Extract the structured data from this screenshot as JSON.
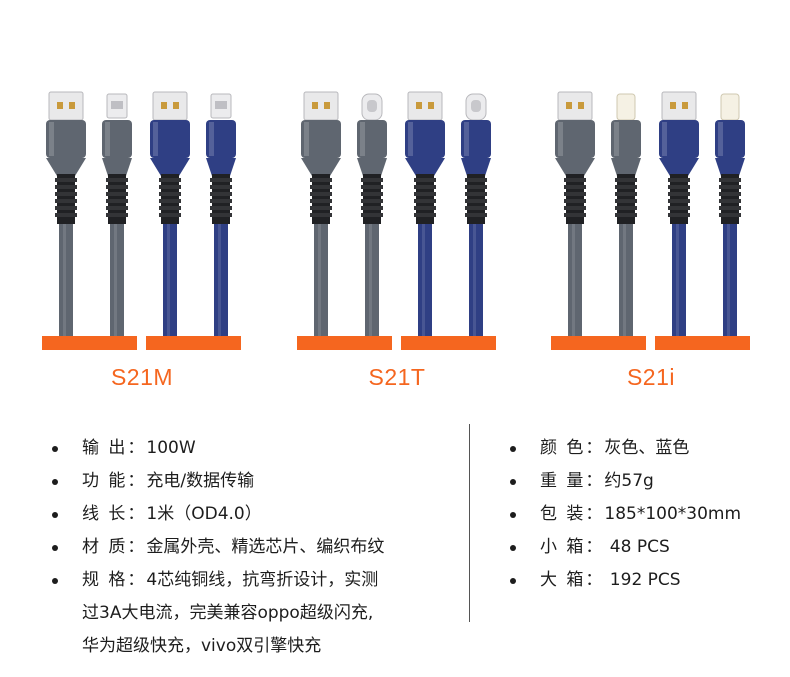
{
  "products": [
    {
      "model": "S21M",
      "connector": "micro"
    },
    {
      "model": "S21T",
      "connector": "type-c"
    },
    {
      "model": "S21i",
      "connector": "lightning"
    }
  ],
  "colors": {
    "accent": "#f5661f",
    "grey": "#5f6670",
    "blue": "#2f3f84"
  },
  "specs_left": [
    {
      "label": "输 出：",
      "value": "100W"
    },
    {
      "label": "功 能：",
      "value": "充电/数据传输"
    },
    {
      "label": "线 长：",
      "value": "1米（OD4.0）"
    },
    {
      "label": "材 质：",
      "value": "金属外壳、精选芯片、编织布纹"
    },
    {
      "label": "规 格：",
      "value": "4芯纯铜线，抗弯折设计，实测",
      "cont1": "过3A大电流，完美兼容oppo超级闪充,",
      "cont2": "华为超级快充，vivo双引擎快充"
    }
  ],
  "specs_right": [
    {
      "label": "颜 色：",
      "value": "灰色、蓝色"
    },
    {
      "label": "重 量：",
      "value": "约57g"
    },
    {
      "label": "包 装：",
      "value": "185*100*30mm"
    },
    {
      "label": "小 箱：",
      "value": " 48 PCS"
    },
    {
      "label": "大 箱：",
      "value": " 192 PCS"
    }
  ]
}
